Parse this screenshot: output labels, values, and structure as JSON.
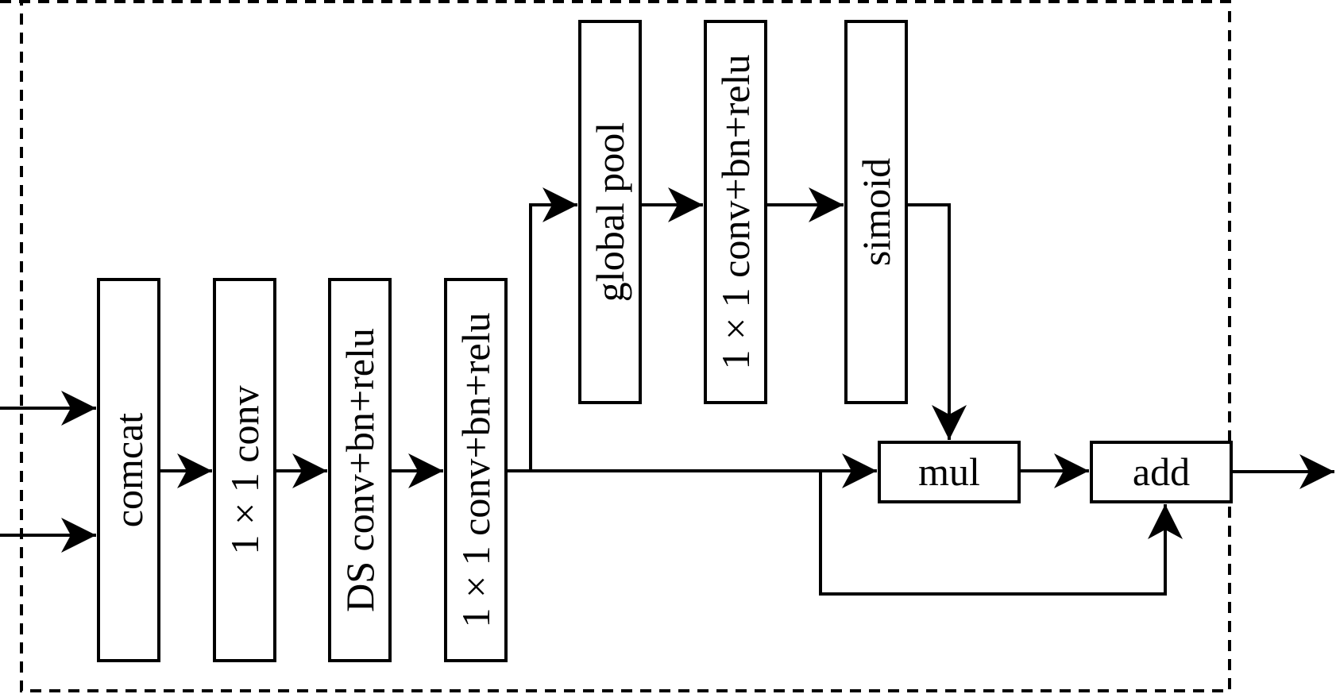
{
  "blocks": {
    "comcat": "comcat",
    "conv1x1": "1 × 1 conv",
    "ds_conv": "DS conv+bn+relu",
    "conv_bn_relu_1": "1 × 1 conv+bn+relu",
    "global_pool": "global pool",
    "conv_bn_relu_2": "1 × 1 conv+bn+relu",
    "simoid": "simoid",
    "mul": "mul",
    "add": "add"
  }
}
